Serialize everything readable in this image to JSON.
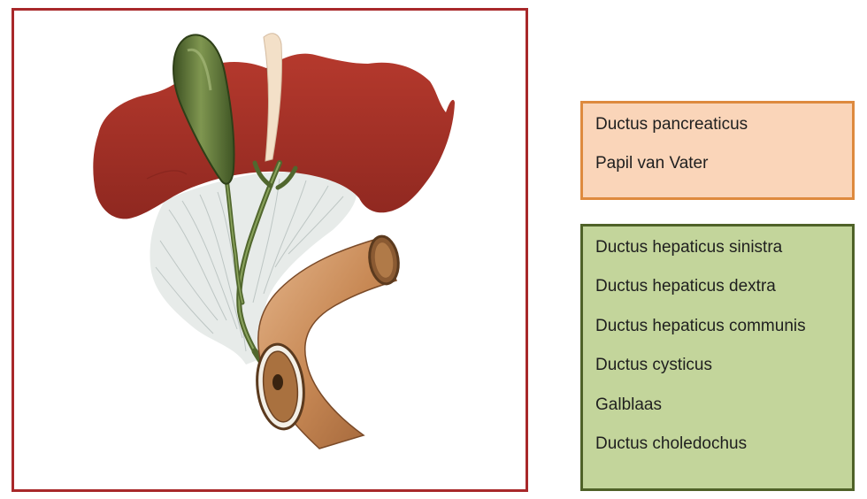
{
  "illustration": {
    "title": "",
    "colors": {
      "frame_border": "#a8282a",
      "liver": "#a53127",
      "gallbladder": "#5d7434",
      "duodenum": "#c98b5c",
      "ligament": "#e4e8e6"
    }
  },
  "legend_pancreas": {
    "border_color": "#de8a3e",
    "fill_color": "#fad5b9",
    "items": [
      "Ductus pancreaticus",
      "Papil van Vater"
    ]
  },
  "legend_bile": {
    "border_color": "#4f6228",
    "fill_color": "#c3d59b",
    "items": [
      "Ductus hepaticus sinistra",
      "Ductus hepaticus dextra",
      "Ductus hepaticus communis",
      "Ductus cysticus",
      "Galblaas",
      "Ductus choledochus"
    ]
  }
}
